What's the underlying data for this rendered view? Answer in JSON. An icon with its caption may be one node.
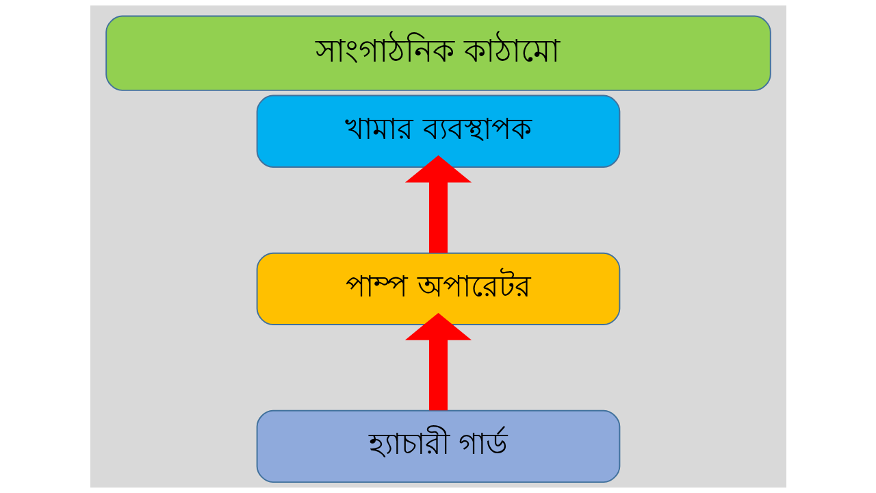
{
  "diagram": {
    "title": "সাংগাঠনিক কাঠামো",
    "nodes": [
      {
        "text": [
          "খামার ব্যবস্থাপক"
        ]
      },
      {
        "text": [
          "পাম্প অপারেটর"
        ]
      },
      {
        "text": [
          "হ্যাচারী গার্ড"
        ]
      }
    ],
    "edges": [
      {
        "from": 1,
        "to": 0,
        "arrow": "to",
        "color": "#ff0000"
      },
      {
        "from": 2,
        "to": 1,
        "arrow": "to",
        "color": "#ff0000"
      }
    ]
  }
}
